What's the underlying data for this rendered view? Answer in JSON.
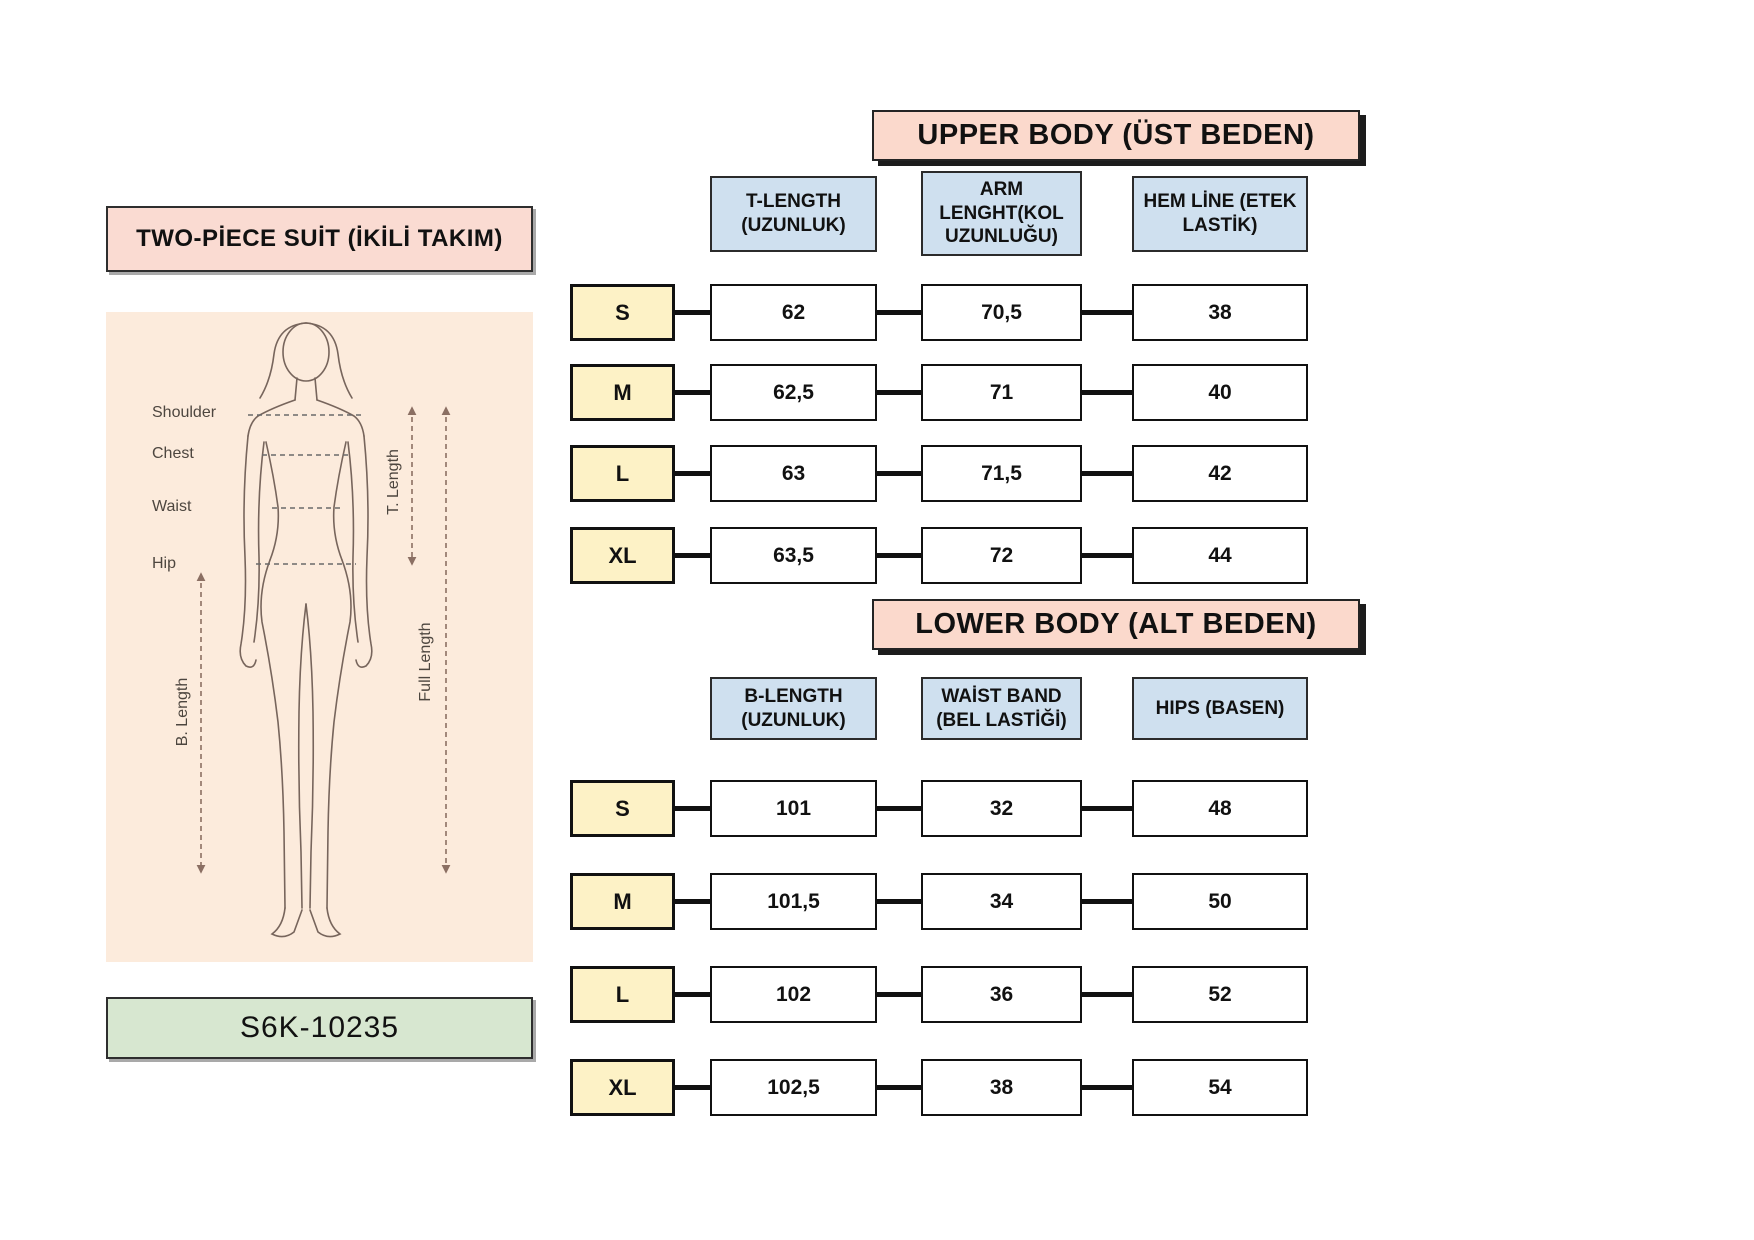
{
  "product": {
    "title": "TWO-PİECE SUİT (İKİLİ TAKIM)",
    "code": "S6K-10235"
  },
  "figure": {
    "shoulder": "Shoulder",
    "chest": "Chest",
    "waist": "Waist",
    "hip": "Hip",
    "t_length": "T. Length",
    "b_length": "B. Length",
    "full_length": "Full Length"
  },
  "upper": {
    "title": "UPPER BODY (ÜST BEDEN)",
    "columns": [
      "T-LENGTH (UZUNLUK)",
      "ARM LENGHT(KOL UZUNLUĞU)",
      "HEM LİNE (ETEK LASTİK)"
    ],
    "rows": [
      {
        "size": "S",
        "values": [
          "62",
          "70,5",
          "38"
        ]
      },
      {
        "size": "M",
        "values": [
          "62,5",
          "71",
          "40"
        ]
      },
      {
        "size": "L",
        "values": [
          "63",
          "71,5",
          "42"
        ]
      },
      {
        "size": "XL",
        "values": [
          "63,5",
          "72",
          "44"
        ]
      }
    ]
  },
  "lower": {
    "title": "LOWER BODY (ALT BEDEN)",
    "columns": [
      "B-LENGTH (UZUNLUK)",
      "WAİST BAND (BEL LASTİĞİ)",
      "HIPS (BASEN)"
    ],
    "rows": [
      {
        "size": "S",
        "values": [
          "101",
          "32",
          "48"
        ]
      },
      {
        "size": "M",
        "values": [
          "101,5",
          "34",
          "50"
        ]
      },
      {
        "size": "L",
        "values": [
          "102",
          "36",
          "52"
        ]
      },
      {
        "size": "XL",
        "values": [
          "102,5",
          "38",
          "54"
        ]
      }
    ]
  },
  "colors": {
    "section_header_bg": "#fbd9cc",
    "column_header_bg": "#cfe0ef",
    "size_box_bg": "#fdf2c6",
    "value_box_bg": "#ffffff",
    "figure_panel_bg": "#fcebdc",
    "title_box_bg": "#fadbd2",
    "code_box_bg": "#d7e7d0",
    "border": "#111111"
  },
  "chart_data": [
    {
      "type": "table",
      "title": "UPPER BODY (ÜST BEDEN)",
      "columns": [
        "T-LENGTH (UZUNLUK)",
        "ARM LENGHT(KOL UZUNLUĞU)",
        "HEM LİNE (ETEK LASTİK)"
      ],
      "row_labels": [
        "S",
        "M",
        "L",
        "XL"
      ],
      "rows": [
        [
          62,
          70.5,
          38
        ],
        [
          62.5,
          71,
          40
        ],
        [
          63,
          71.5,
          42
        ],
        [
          63.5,
          72,
          44
        ]
      ]
    },
    {
      "type": "table",
      "title": "LOWER BODY (ALT BEDEN)",
      "columns": [
        "B-LENGTH (UZUNLUK)",
        "WAİST BAND (BEL LASTİĞİ)",
        "HIPS (BASEN)"
      ],
      "row_labels": [
        "S",
        "M",
        "L",
        "XL"
      ],
      "rows": [
        [
          101,
          32,
          48
        ],
        [
          101.5,
          34,
          50
        ],
        [
          102,
          36,
          52
        ],
        [
          102.5,
          38,
          54
        ]
      ]
    }
  ]
}
